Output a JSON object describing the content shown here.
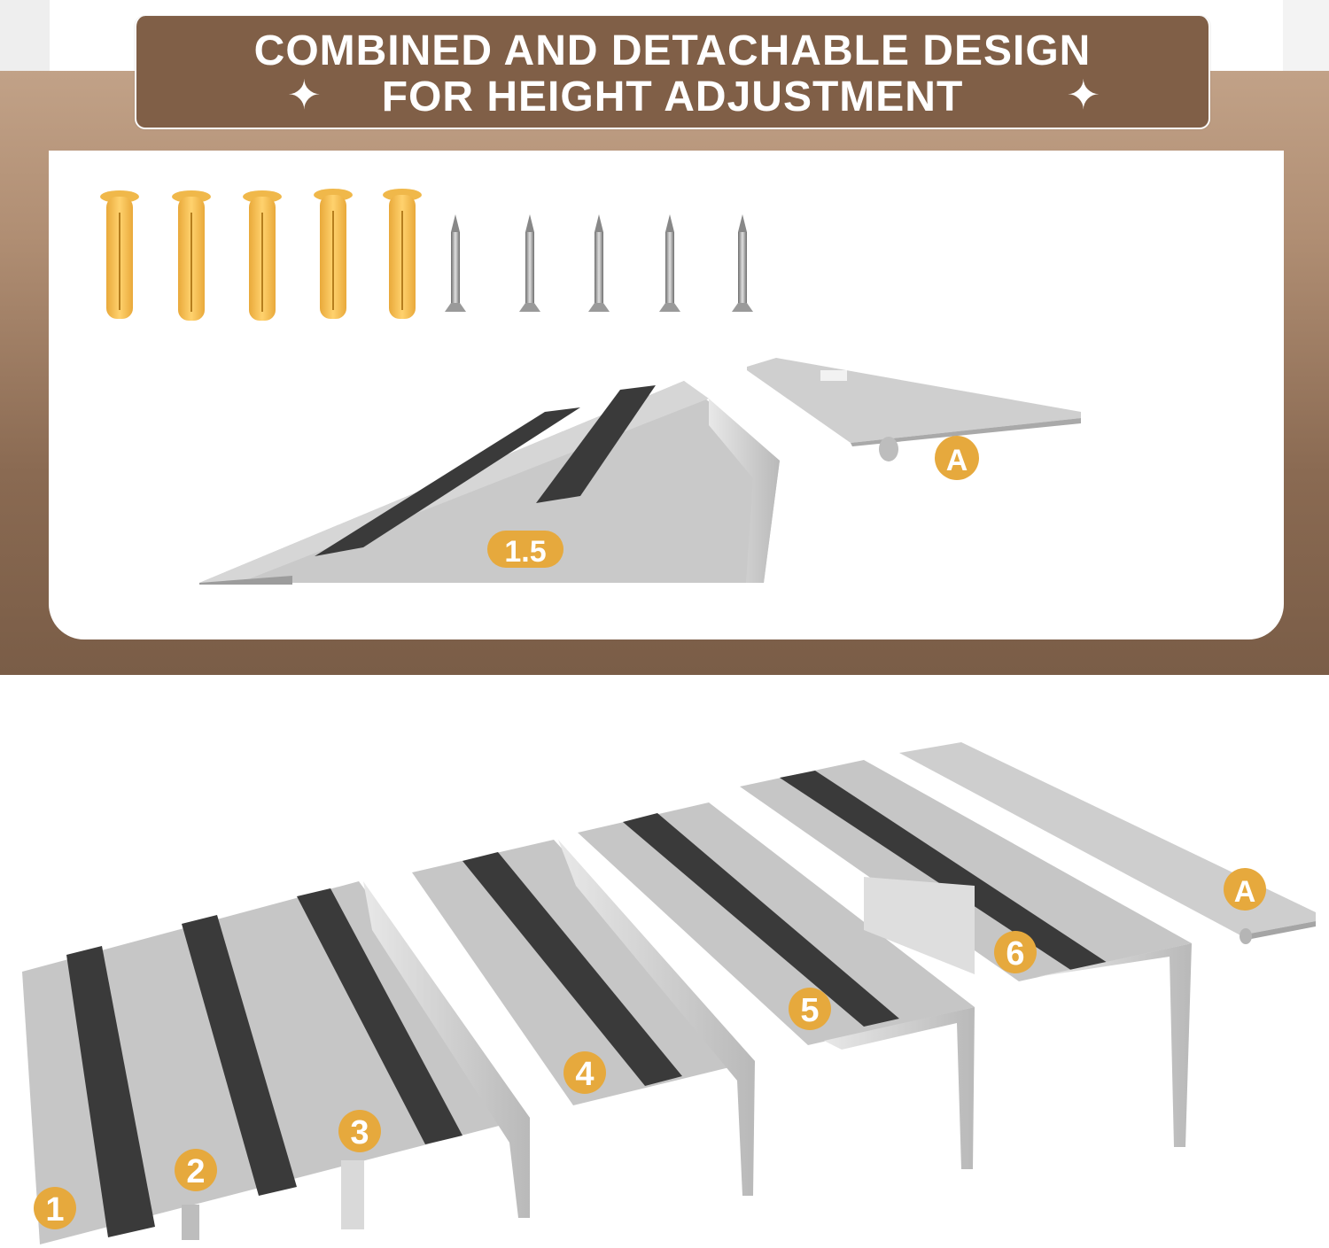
{
  "banner": {
    "line1": "COMBINED AND DETACHABLE DESIGN",
    "line2": "FOR HEIGHT ADJUSTMENT"
  },
  "badges": {
    "top_ramp": "1.5",
    "top_piece": "A",
    "p1": "1",
    "p2": "2",
    "p3": "3",
    "p4": "4",
    "p5": "5",
    "p6": "6",
    "bottom_piece": "A"
  },
  "colors": {
    "banner_brown": "#805f47",
    "badge_gold": "#e6a93d",
    "anchor_yellow": "#f3c255",
    "aluminum": "#c4c4c4",
    "grip_tape": "#3a3a3a"
  },
  "icons": {
    "sparkle": "✦"
  }
}
